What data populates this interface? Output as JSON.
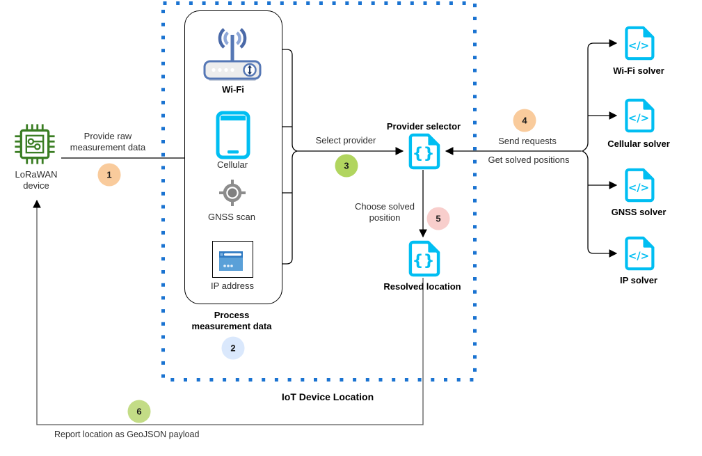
{
  "diagram_title": "IoT Device Location",
  "nodes": {
    "lorawan": {
      "label": "LoRaWAN device"
    },
    "process_group": {
      "label": "Process measurement data"
    },
    "wifi": {
      "label": "Wi-Fi"
    },
    "cellular": {
      "label": "Cellular"
    },
    "gnss_scan": {
      "label": "GNSS scan"
    },
    "ip_address": {
      "label": "IP address"
    },
    "provider_selector": {
      "label": "Provider selector"
    },
    "resolved_location": {
      "label": "Resolved location"
    },
    "wifi_solver": {
      "label": "Wi-Fi solver"
    },
    "cellular_solver": {
      "label": "Cellular solver"
    },
    "gnss_solver": {
      "label": "GNSS solver"
    },
    "ip_solver": {
      "label": "IP solver"
    }
  },
  "edges": {
    "provide_raw": "Provide raw measurement data",
    "select_provider": "Select provider",
    "send_requests": "Send requests",
    "get_solved": "Get solved positions",
    "choose_solved": "Choose solved position",
    "report_location": "Report location as GeoJSON payload"
  },
  "badges": [
    {
      "number": "1",
      "color": "#F9CB9C"
    },
    {
      "number": "2",
      "color": "#DAE8FC"
    },
    {
      "number": "3",
      "color": "#B1D55F"
    },
    {
      "number": "4",
      "color": "#F9CB9C"
    },
    {
      "number": "5",
      "color": "#F8CECC"
    },
    {
      "number": "6",
      "color": "#C3DC86"
    }
  ],
  "colors": {
    "icon_cyan": "#00BEF2",
    "chip_green": "#3A7D23",
    "dashed_border_blue": "#1A73D1",
    "wifi_label_blue": "#0D5BD0",
    "router_blue": "#5577B5",
    "gnss_gray": "#8C8C8C",
    "browser_blue_dark": "#2F7AC2",
    "browser_blue_light": "#5AA0D8",
    "connector_black": "#000000"
  }
}
